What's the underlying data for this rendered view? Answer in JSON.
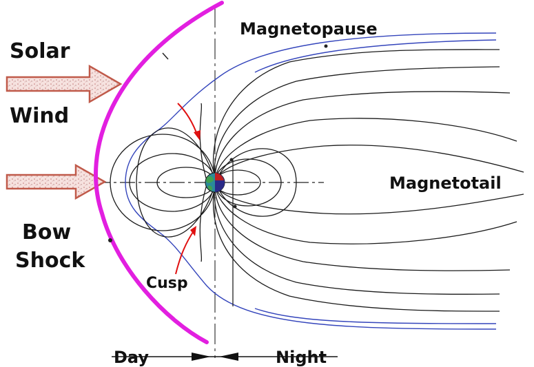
{
  "labels": {
    "solar": "Solar",
    "wind": "Wind",
    "magnetopause": "Magnetopause",
    "magnetotail": "Magnetotail",
    "bow": "Bow",
    "shock": "Shock",
    "cusp": "Cusp",
    "day": "Day",
    "night": "Night"
  },
  "colors": {
    "bow_shock": "#e21fe0",
    "magnetopause": "#3344bb",
    "field_lines": "#1a1a1a",
    "cusp_arrows": "#e01010",
    "solar_wind_arrow_fill": "#f3d9d6",
    "solar_wind_arrow_stroke": "#c05a4a",
    "earth_ocean": "#2a8a9a",
    "earth_land": "#3fa050",
    "earth_night": "#2a2a88",
    "earth_red": "#c02020"
  },
  "icons": {
    "earth": "earth-icon",
    "solar_wind_arrow": "right-arrow-icon"
  }
}
